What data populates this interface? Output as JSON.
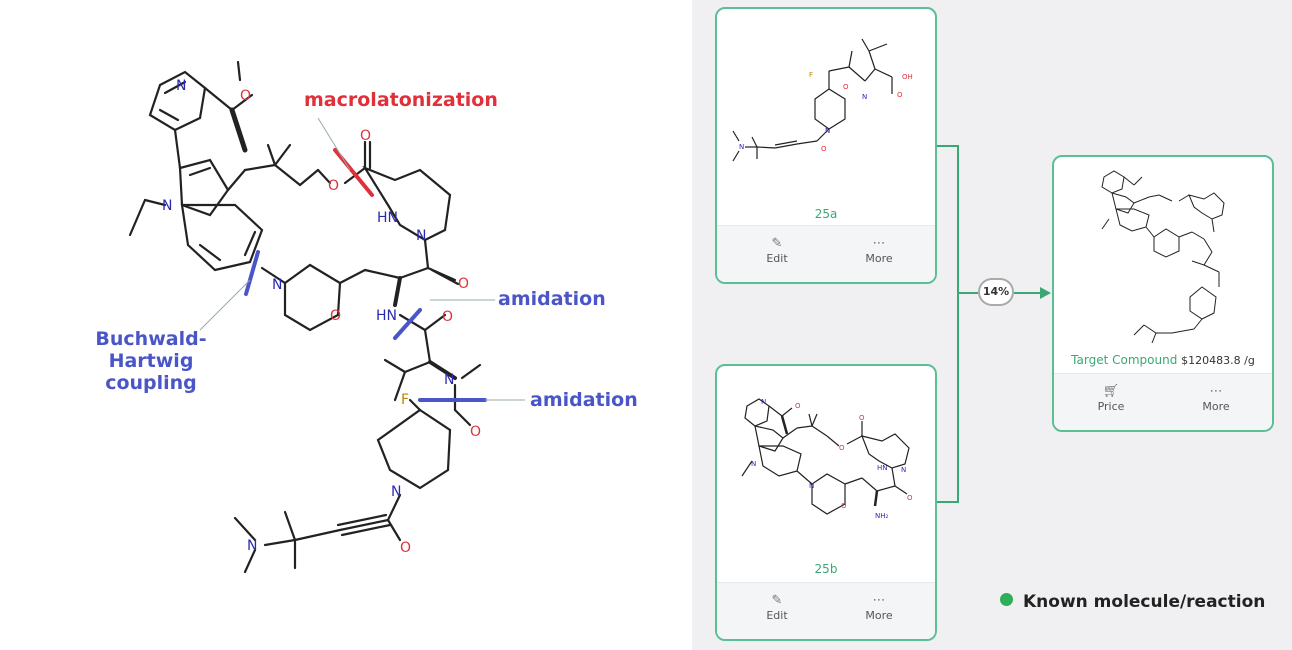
{
  "disconnections": {
    "macro": "macrolatonization",
    "amidation1": "amidation",
    "amidation2": "amidation",
    "bh_line1": "Buchwald-Hartwig",
    "bh_line2": "coupling"
  },
  "route": {
    "top_card": {
      "name": "25a",
      "actions": [
        "Edit",
        "More"
      ]
    },
    "bottom_card": {
      "name": "25b",
      "actions": [
        "Edit",
        "More"
      ]
    },
    "target_card": {
      "name": "Target Compound",
      "price": "$120483.8 /g",
      "actions": [
        "Price",
        "More"
      ]
    },
    "yield_badge": "14%",
    "legend": "Known molecule/reaction"
  },
  "atoms": {
    "N": "N",
    "O": "O",
    "F": "F",
    "HN": "HN",
    "NH2": "NH₂",
    "OH": "OH"
  },
  "colors": {
    "accent_green": "#5bbf96",
    "known_dot": "#2eae58",
    "red_label": "#e0303a",
    "blue_label": "#4a56c8"
  },
  "icons": {
    "edit": "edit-icon",
    "more": "more-dots-icon",
    "price": "cart-icon",
    "arrow": "arrow-right-icon"
  }
}
